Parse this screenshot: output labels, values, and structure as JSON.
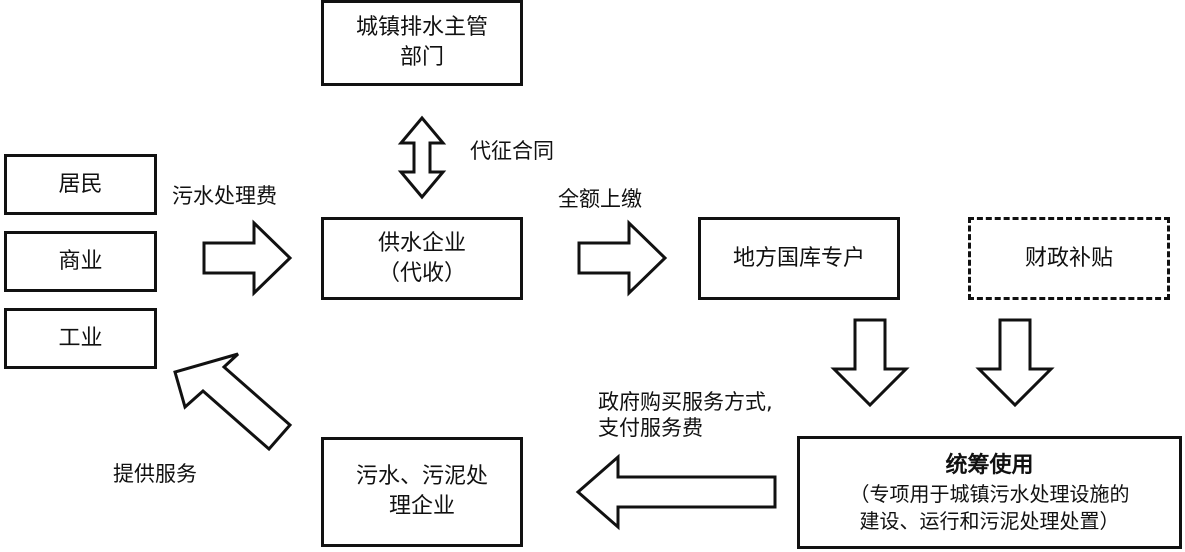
{
  "nodes": {
    "authority": {
      "line1": "城镇排水主管",
      "line2": "部门"
    },
    "residents": "居民",
    "commerce": "商业",
    "industry": "工业",
    "water_company": {
      "line1": "供水企业",
      "line2": "（代收）"
    },
    "treasury": "地方国库专户",
    "subsidy": "财政补贴",
    "treatment_company": {
      "line1": "污水、污泥处",
      "line2": "理企业"
    },
    "usage": {
      "title": "统筹使用",
      "line1": "（专项用于城镇污水处理设施的",
      "line2": "建设、运行和污泥处理处置）"
    }
  },
  "edges": {
    "collection_contract": "代征合同",
    "sewage_fee": "污水处理费",
    "full_remit": "全额上缴",
    "purchase_line1": "政府购买服务方式,",
    "purchase_line2": "支付服务费",
    "provide_service": "提供服务"
  }
}
